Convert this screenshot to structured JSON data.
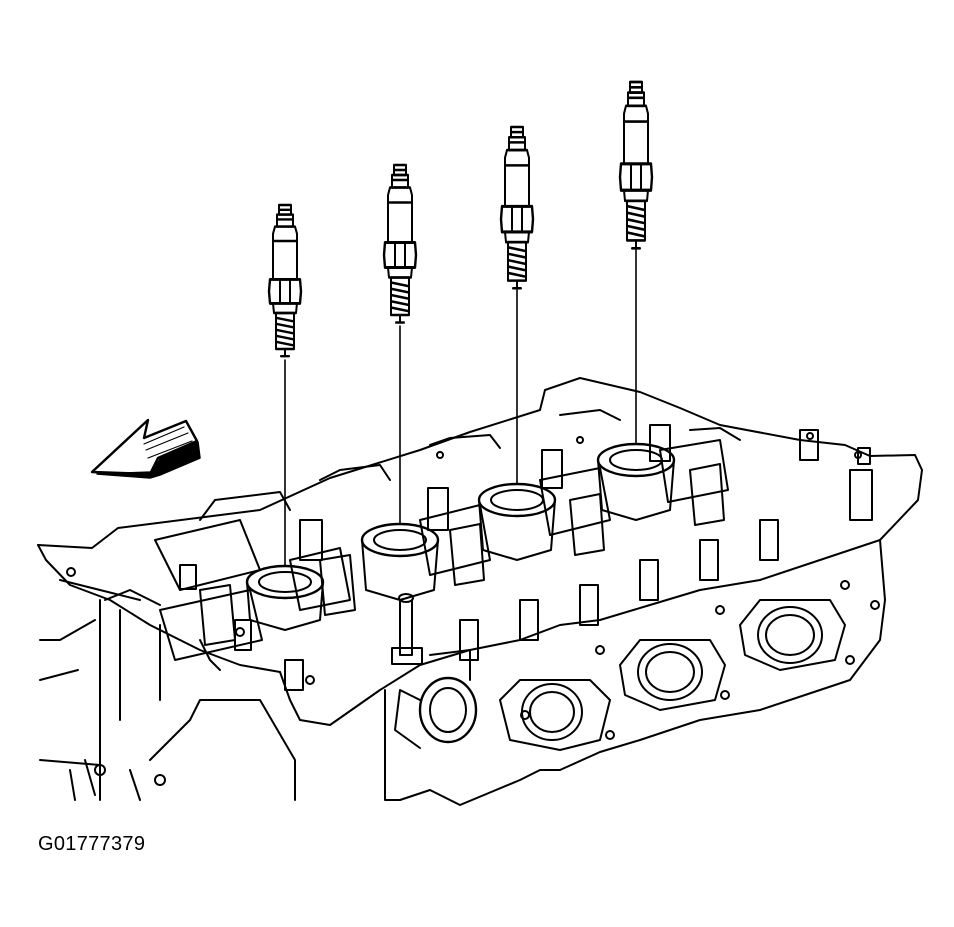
{
  "figure": {
    "id_label": "G01777379",
    "ink_color": "#000000",
    "paper_color": "#ffffff"
  },
  "parts": {
    "spark_plugs": {
      "count": 4,
      "icon": "spark-plug-icon"
    },
    "cylinder_head": {
      "icon": "cylinder-head-icon"
    },
    "direction_arrow": {
      "icon": "direction-arrow-icon",
      "points": "front-left"
    }
  }
}
